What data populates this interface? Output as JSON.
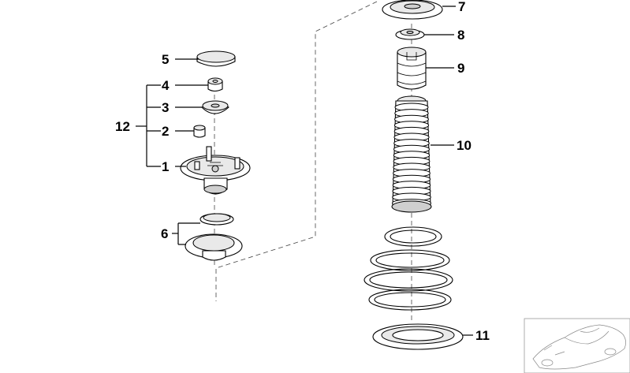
{
  "callouts": {
    "c1": "1",
    "c2": "2",
    "c3": "3",
    "c4": "4",
    "c5": "5",
    "c6": "6",
    "c7": "7",
    "c8": "8",
    "c9": "9",
    "c10": "10",
    "c11": "11",
    "c12": "12"
  },
  "icons": {
    "thumbnail": "car-outline-icon"
  },
  "colors": {
    "lines": "#000000",
    "background": "#ffffff",
    "shading": "#e9e9e9"
  }
}
